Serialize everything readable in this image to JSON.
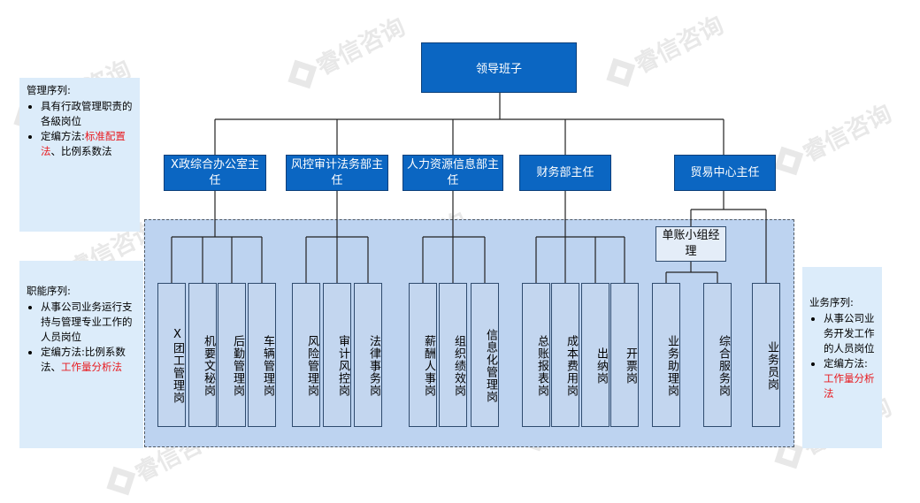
{
  "chart": {
    "top": "领导班子",
    "departments": [
      {
        "id": "admin",
        "name": "X政综合办公室主任",
        "posts": [
          "X团工管理岗",
          "机要文秘岗",
          "后勤管理岗",
          "车辆管理岗"
        ]
      },
      {
        "id": "risk",
        "name": "风控审计法务部主任",
        "posts": [
          "风险管理岗",
          "审计风控岗",
          "法律事务岗"
        ]
      },
      {
        "id": "hr",
        "name": "人力资源信息部主任",
        "posts": [
          "薪酬人事岗",
          "组织绩效岗",
          "信息化管理岗"
        ]
      },
      {
        "id": "finance",
        "name": "财务部主任",
        "posts": [
          "总账报表岗",
          "成本费用岗",
          "出纳岗",
          "开票岗"
        ]
      },
      {
        "id": "trade",
        "name": "贸易中心主任",
        "lead": "单账小组经理",
        "lead_posts": [
          "业务助理岗",
          "综合服务岗"
        ],
        "posts": [
          "业务员岗"
        ]
      }
    ]
  },
  "side_notes": {
    "management": {
      "title": "管理序列:",
      "bullet1": "具有行政管理职责的各級岗位",
      "bullet2_prefix": "定编方法:",
      "bullet2_highlight": "标准配置法",
      "bullet2_suffix": "、比例系数法"
    },
    "functional": {
      "title": "职能序列:",
      "bullet1": "从事公司业务运行支持与管理专业工作的人员岗位",
      "bullet2_prefix": "定编方法:比例系数法、",
      "bullet2_highlight": "工作量分析法",
      "bullet2_suffix": ""
    },
    "business": {
      "title": "业务序列:",
      "bullet1": "从事公司业务开发工作的人员岗位",
      "bullet2_prefix": "定编方法:",
      "bullet2_highlight": "工作量分析法",
      "bullet2_suffix": ""
    }
  },
  "watermark": "睿信咨询",
  "colors": {
    "header_blue": "#0b66c2",
    "post_blue": "#c3d6ef",
    "region_blue": "#bdd3f0",
    "note_blue": "#dcecfa",
    "highlight_red": "#e8191e"
  }
}
